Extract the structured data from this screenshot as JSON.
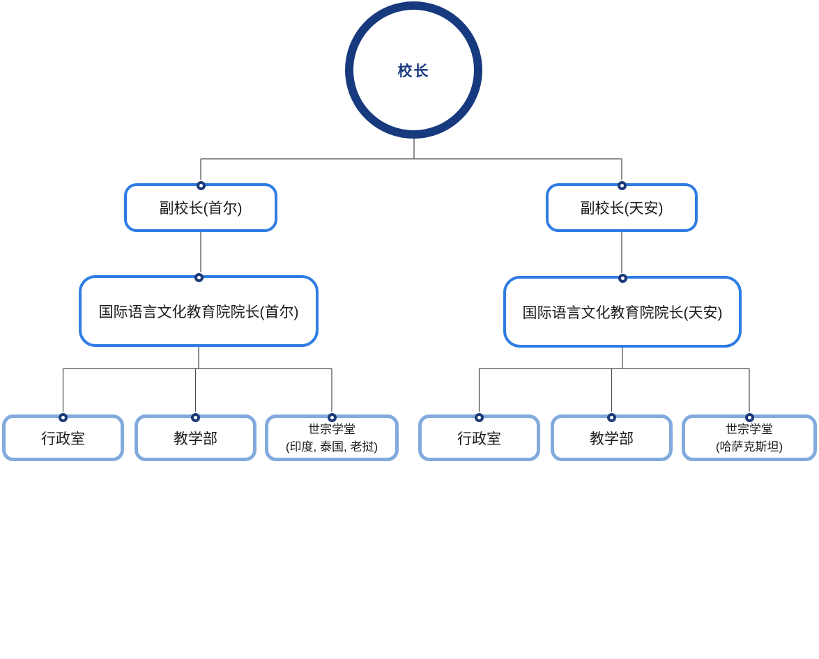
{
  "colors": {
    "navy": "#17397E",
    "bright_blue": "#2F7DE3",
    "light_blue": "#82AADC",
    "connector_line": "#4A4A4A",
    "text": "#1A1A1A",
    "background": "#FFFFFF"
  },
  "org_chart": {
    "type": "organization-tree",
    "principal": {
      "label": "校长"
    },
    "branches": [
      {
        "vice_principal": {
          "label": "副校长(首尔)"
        },
        "dean": {
          "label": "国际语言文化教育院院长(首尔)"
        },
        "departments": [
          {
            "label": "行政室"
          },
          {
            "label": "教学部"
          },
          {
            "label": "世宗学堂",
            "sublabel": "(印度, 泰国, 老挝)"
          }
        ]
      },
      {
        "vice_principal": {
          "label": "副校长(天安)"
        },
        "dean": {
          "label": "国际语言文化教育院院长(天安)"
        },
        "departments": [
          {
            "label": "行政室"
          },
          {
            "label": "教学部"
          },
          {
            "label": "世宗学堂",
            "sublabel": "(哈萨克斯坦)"
          }
        ]
      }
    ]
  }
}
